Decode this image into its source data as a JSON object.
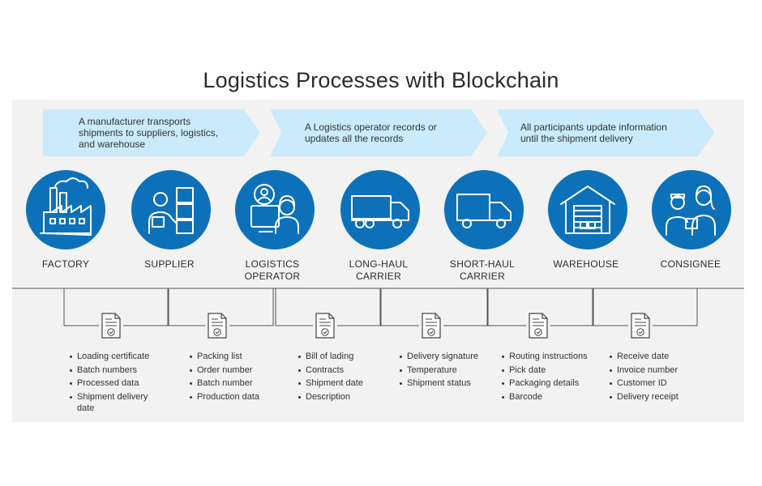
{
  "title": "Logistics Processes with Blockchain",
  "colors": {
    "banner": "#c9ebfb",
    "circle": "#0d71b9",
    "panel": "#f2f2f2",
    "line": "#555555"
  },
  "banners": [
    {
      "lines": [
        "A manufacturer transports",
        "shipments to suppliers, logistics,",
        "and warehouse"
      ]
    },
    {
      "lines": [
        "A Logistics operator records or",
        "updates all the records"
      ]
    },
    {
      "lines": [
        "All participants update information",
        "until the shipment delivery"
      ]
    }
  ],
  "stages": [
    {
      "lines": [
        "FACTORY"
      ],
      "icon": "factory-icon"
    },
    {
      "lines": [
        "SUPPLIER"
      ],
      "icon": "supplier-icon"
    },
    {
      "lines": [
        "LOGISTICS",
        "OPERATOR"
      ],
      "icon": "logistics-operator-icon"
    },
    {
      "lines": [
        "LONG-HAUL",
        "CARRIER"
      ],
      "icon": "long-haul-truck-icon"
    },
    {
      "lines": [
        "SHORT-HAUL",
        "CARRIER"
      ],
      "icon": "short-haul-truck-icon"
    },
    {
      "lines": [
        "WAREHOUSE"
      ],
      "icon": "warehouse-icon"
    },
    {
      "lines": [
        "CONSIGNEE"
      ],
      "icon": "consignee-icon"
    }
  ],
  "records": [
    {
      "items": [
        [
          "Loading certificate"
        ],
        [
          "Batch numbers"
        ],
        [
          "Processed data"
        ],
        [
          "Shipment delivery",
          "date"
        ]
      ]
    },
    {
      "items": [
        [
          "Packing list"
        ],
        [
          "Order number"
        ],
        [
          "Batch number"
        ],
        [
          "Production data"
        ]
      ]
    },
    {
      "items": [
        [
          "Bill of lading"
        ],
        [
          "Contracts"
        ],
        [
          "Shipment date"
        ],
        [
          "Description"
        ]
      ]
    },
    {
      "items": [
        [
          "Delivery signature"
        ],
        [
          "Temperature"
        ],
        [
          "Shipment status"
        ]
      ]
    },
    {
      "items": [
        [
          "Routing instructions"
        ],
        [
          "Pick date"
        ],
        [
          "Packaging details"
        ],
        [
          "Barcode"
        ]
      ]
    },
    {
      "items": [
        [
          "Receive date"
        ],
        [
          "Invoice number"
        ],
        [
          "Customer ID"
        ],
        [
          "Delivery receipt"
        ]
      ]
    }
  ]
}
